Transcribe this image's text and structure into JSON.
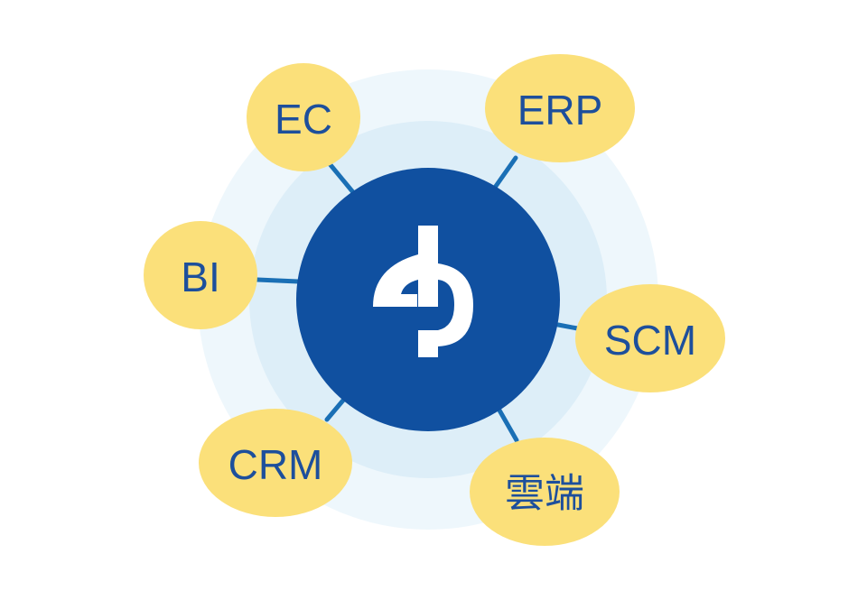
{
  "colors": {
    "outer_halo": "#eef7fc",
    "inner_halo": "#ddeef8",
    "hub": "#1050a0",
    "hub_logo": "#ffffff",
    "connector": "#1a6fb5",
    "node_fill": "#fbe07a",
    "node_text": "#1d4f9c"
  },
  "hub": {
    "icon": "company-logo-icon"
  },
  "nodes": [
    {
      "id": "ec",
      "label": "EC"
    },
    {
      "id": "erp",
      "label": "ERP"
    },
    {
      "id": "bi",
      "label": "BI"
    },
    {
      "id": "scm",
      "label": "SCM"
    },
    {
      "id": "crm",
      "label": "CRM"
    },
    {
      "id": "cloud",
      "label": "雲端"
    }
  ]
}
